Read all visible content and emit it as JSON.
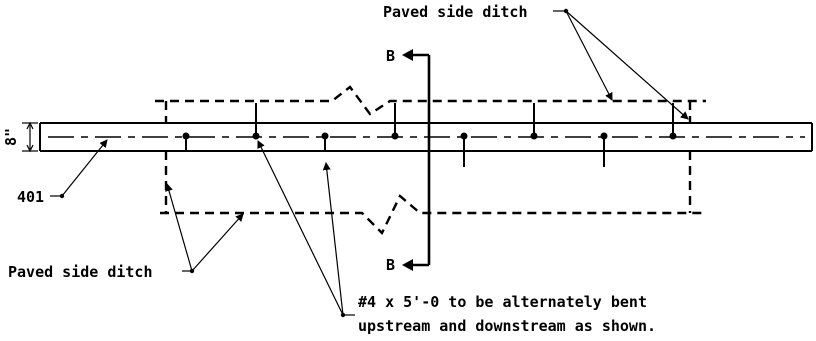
{
  "labels": {
    "paved_top": "Paved side ditch",
    "paved_bottom": "Paved side ditch",
    "section_top": "B",
    "section_bottom": "B",
    "dimension": "8\"",
    "wall_id": "401",
    "bar_note_line1": "#4 x 5'-0 to be alternately bent",
    "bar_note_line2": "upstream and downstream as shown."
  }
}
